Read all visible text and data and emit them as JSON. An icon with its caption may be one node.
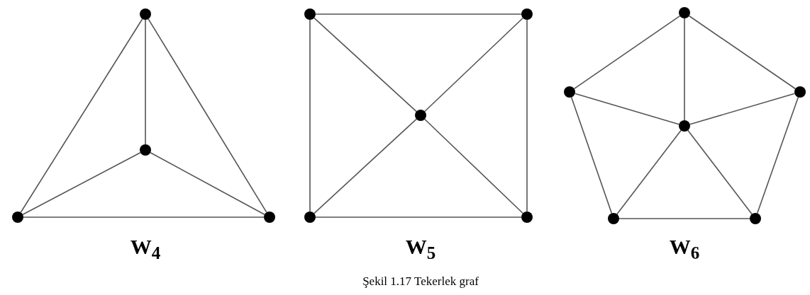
{
  "diagram": {
    "caption": "Şekil 1.17 Tekerlek graf",
    "nodes": [
      {
        "text": [],
        "shape": "circle"
      },
      {
        "text": [],
        "shape": "circle"
      },
      {
        "text": [],
        "shape": "circle"
      },
      {
        "text": [],
        "shape": "circle"
      },
      {
        "text": [],
        "shape": "circle"
      },
      {
        "text": [],
        "shape": "circle"
      },
      {
        "text": [],
        "shape": "circle"
      },
      {
        "text": [],
        "shape": "circle"
      },
      {
        "text": [],
        "shape": "circle"
      },
      {
        "text": [],
        "shape": "circle"
      },
      {
        "text": [],
        "shape": "circle"
      },
      {
        "text": [],
        "shape": "circle"
      },
      {
        "text": [],
        "shape": "circle"
      },
      {
        "text": [],
        "shape": "circle"
      },
      {
        "text": [],
        "shape": "circle"
      }
    ],
    "edges": [
      {
        "from": 0,
        "to": 1,
        "arrow": "none"
      },
      {
        "from": 0,
        "to": 2,
        "arrow": "none"
      },
      {
        "from": 0,
        "to": 3,
        "arrow": "none"
      },
      {
        "from": 1,
        "to": 2,
        "arrow": "none"
      },
      {
        "from": 1,
        "to": 3,
        "arrow": "none"
      },
      {
        "from": 2,
        "to": 3,
        "arrow": "none"
      },
      {
        "from": 4,
        "to": 5,
        "arrow": "none"
      },
      {
        "from": 5,
        "to": 8,
        "arrow": "none"
      },
      {
        "from": 8,
        "to": 7,
        "arrow": "none"
      },
      {
        "from": 7,
        "to": 4,
        "arrow": "none"
      },
      {
        "from": 4,
        "to": 6,
        "arrow": "none"
      },
      {
        "from": 5,
        "to": 6,
        "arrow": "none"
      },
      {
        "from": 7,
        "to": 6,
        "arrow": "none"
      },
      {
        "from": 8,
        "to": 6,
        "arrow": "none"
      },
      {
        "from": 9,
        "to": 10,
        "arrow": "none"
      },
      {
        "from": 9,
        "to": 11,
        "arrow": "none"
      },
      {
        "from": 11,
        "to": 14,
        "arrow": "none"
      },
      {
        "from": 14,
        "to": 13,
        "arrow": "none"
      },
      {
        "from": 13,
        "to": 10,
        "arrow": "none"
      },
      {
        "from": 9,
        "to": 12,
        "arrow": "none"
      },
      {
        "from": 10,
        "to": 12,
        "arrow": "none"
      },
      {
        "from": 11,
        "to": 12,
        "arrow": "none"
      },
      {
        "from": 13,
        "to": 12,
        "arrow": "none"
      },
      {
        "from": 14,
        "to": 12,
        "arrow": "none"
      }
    ],
    "labels": [
      "W$_{4}$",
      "W$_{5}$",
      "W$_{6}$"
    ]
  }
}
